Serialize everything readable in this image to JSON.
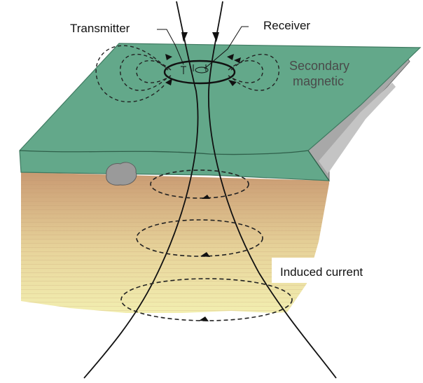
{
  "labels": {
    "transmitter": "Transmitter",
    "receiver": "Receiver",
    "secondary_line1": "Secondary",
    "secondary_line2": "magnetic",
    "induced_current": "Induced current"
  },
  "colors": {
    "ground_surface": "#63a88a",
    "ground_surface_edge": "#4f8f74",
    "soil_top": "#c99a72",
    "soil_bottom": "#f2eeb0",
    "rock_face": "#a8a8a8",
    "boulder": "#9a9a9a",
    "field_lines": "#111111"
  }
}
